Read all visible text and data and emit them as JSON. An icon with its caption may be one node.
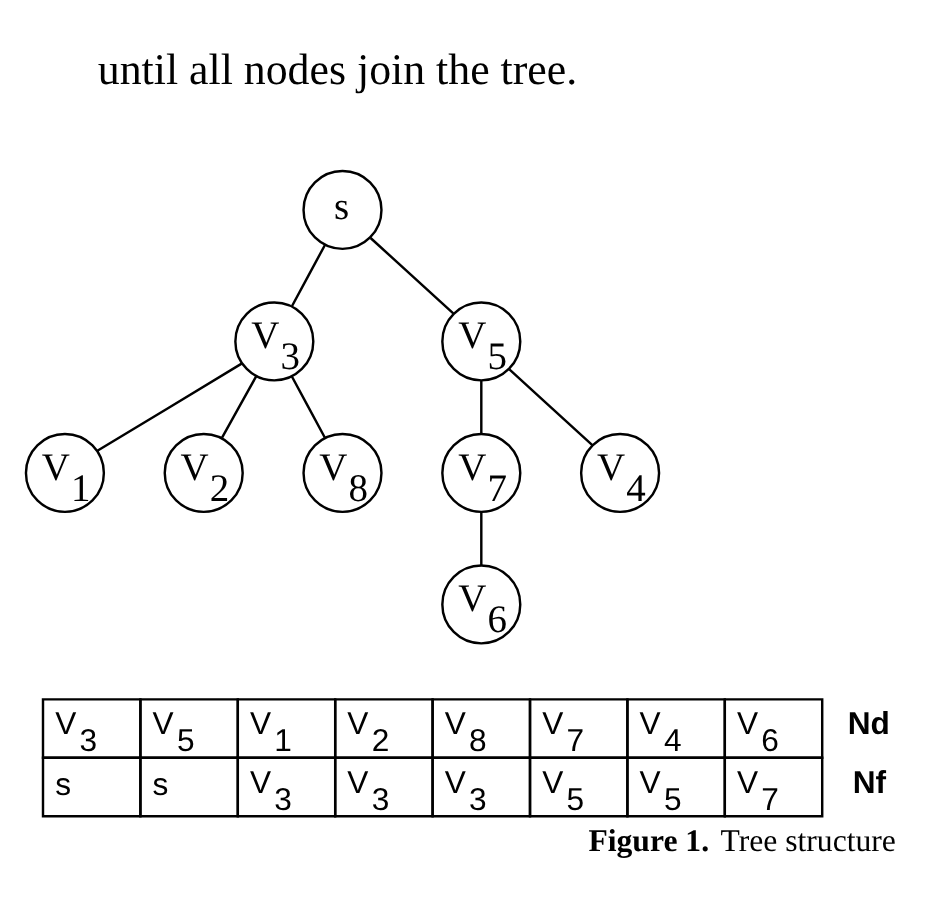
{
  "diagram": {
    "caption": "**Figure 1.** Tree structure",
    "nodes": [
      {
        "text": [
          "s"
        ]
      },
      {
        "text": [
          "V$_{3}$"
        ]
      },
      {
        "text": [
          "V$_{5}$"
        ]
      },
      {
        "text": [
          "V$_{1}$"
        ]
      },
      {
        "text": [
          "V$_{2}$"
        ]
      },
      {
        "text": [
          "V$_{8}$"
        ]
      },
      {
        "text": [
          "V$_{7}$"
        ]
      },
      {
        "text": [
          "V$_{4}$"
        ]
      },
      {
        "text": [
          "V$_{6}$"
        ]
      }
    ],
    "edges": [
      {
        "from": 0,
        "to": 1,
        "arrow": "none"
      },
      {
        "from": 0,
        "to": 2,
        "arrow": "none"
      },
      {
        "from": 1,
        "to": 3,
        "arrow": "none"
      },
      {
        "from": 1,
        "to": 4,
        "arrow": "none"
      },
      {
        "from": 1,
        "to": 5,
        "arrow": "none"
      },
      {
        "from": 2,
        "to": 6,
        "arrow": "none"
      },
      {
        "from": 2,
        "to": 7,
        "arrow": "none"
      },
      {
        "from": 6,
        "to": 8,
        "arrow": "none"
      }
    ],
    "labels": [
      "until all nodes join the tree.",
      "V$_{3}$",
      "V$_{5}$",
      "V$_{1}$",
      "V$_{2}$",
      "V$_{8}$",
      "V$_{7}$",
      "V$_{4}$",
      "V$_{6}$",
      "Nd",
      "s",
      "s",
      "V$_{3}$",
      "V$_{3}$",
      "V$_{3}$",
      "V$_{5}$",
      "V$_{5}$",
      "V$_{7}$",
      "Nf"
    ]
  }
}
